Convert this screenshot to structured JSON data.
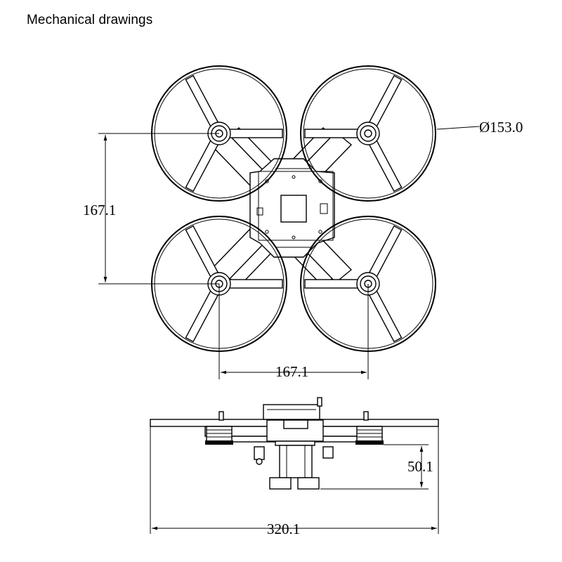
{
  "title": "Mechanical drawings",
  "dimensions": {
    "prop_guard_diameter": "Ø153.0",
    "vertical_spacing": "167.1",
    "horizontal_spacing": "167.1",
    "height": "50.1",
    "total_width": "320.1"
  }
}
